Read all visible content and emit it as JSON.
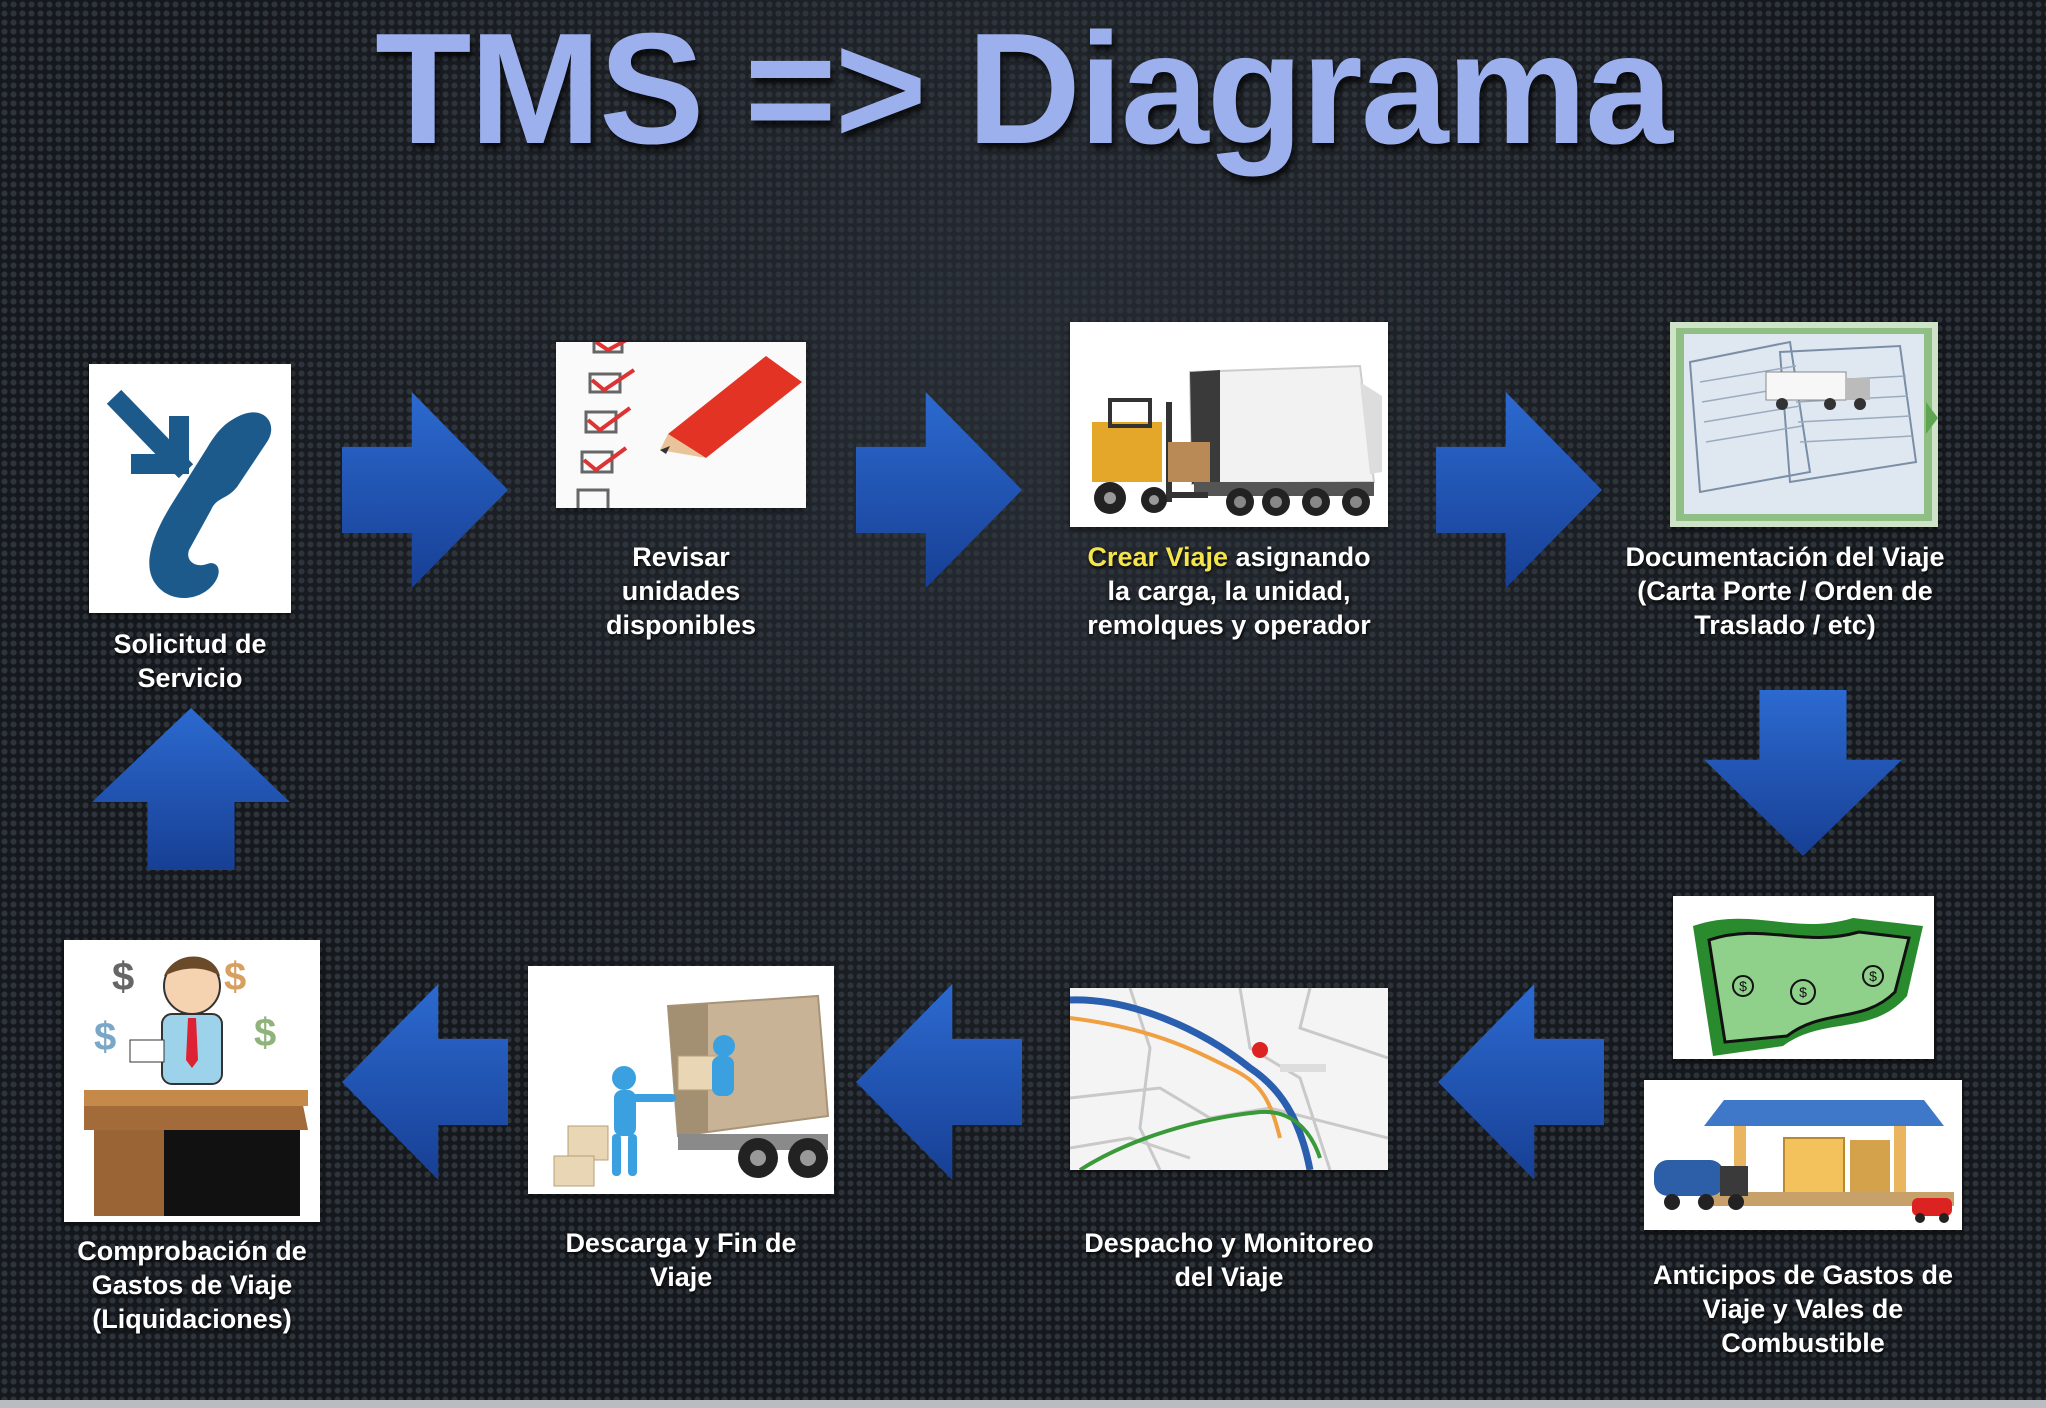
{
  "title": "TMS => Diagrama",
  "colors": {
    "title": "#9db0ee",
    "arrow": "#1f56b8",
    "highlight": "#f4e64a",
    "label": "#ffffff"
  },
  "nodes": [
    {
      "id": "solicitud",
      "icon": "phone-icon",
      "label_lines": [
        "Solicitud de",
        "Servicio"
      ]
    },
    {
      "id": "revisar",
      "icon": "checklist-icon",
      "label_lines": [
        "Revisar",
        "unidades",
        "disponibles"
      ]
    },
    {
      "id": "crear",
      "icon": "truck-forklift-icon",
      "label_highlight": "Crear Viaje",
      "label_rest": " asignando",
      "label_lines": [
        "la carga, la unidad,",
        "remolques y operador"
      ]
    },
    {
      "id": "documentacion",
      "icon": "documents-icon",
      "label_lines": [
        "Documentación del Viaje",
        "(Carta Porte / Orden de",
        "Traslado / etc)"
      ]
    },
    {
      "id": "anticipos",
      "icon": "money-and-gas-station-icon",
      "label_lines": [
        "Anticipos de Gastos de",
        "Viaje y Vales de",
        "Combustible"
      ]
    },
    {
      "id": "despacho",
      "icon": "route-map-icon",
      "label_lines": [
        "Despacho y Monitoreo",
        "del Viaje"
      ]
    },
    {
      "id": "descarga",
      "icon": "unloading-truck-icon",
      "label_lines": [
        "Descarga y Fin de",
        "Viaje"
      ]
    },
    {
      "id": "comprobacion",
      "icon": "expense-desk-icon",
      "label_lines": [
        "Comprobación de",
        "Gastos de Viaje",
        "(Liquidaciones)"
      ]
    }
  ],
  "arrows": [
    "right",
    "right",
    "right",
    "down",
    "left",
    "left",
    "left",
    "up"
  ]
}
